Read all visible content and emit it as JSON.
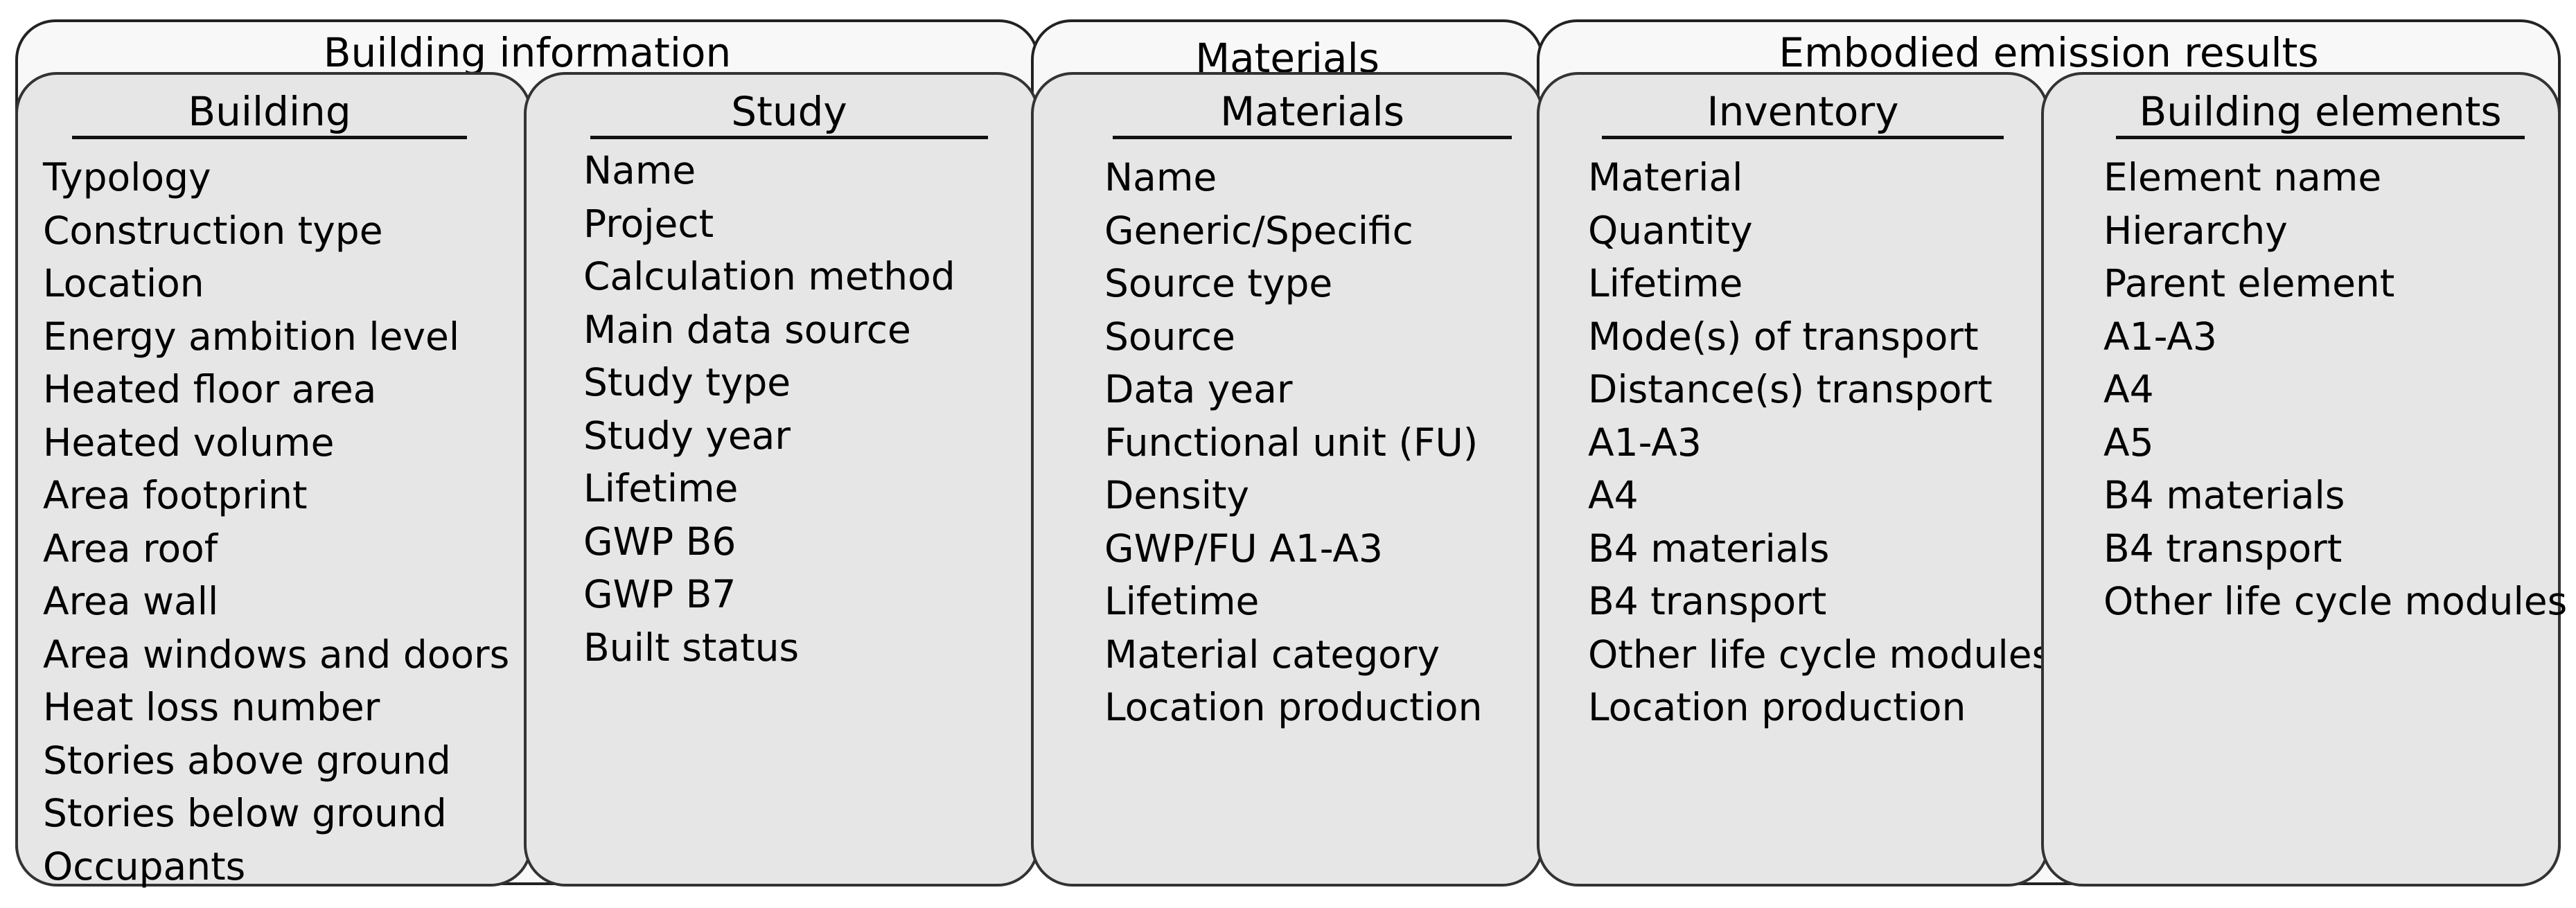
{
  "groups": {
    "building_information": "Building information",
    "materials": "Materials",
    "embodied_emission_results": "Embodied emission results"
  },
  "panels": {
    "building": {
      "title": "Building",
      "items": [
        "Typology",
        "Construction type",
        "Location",
        "Energy ambition level",
        "Heated floor area",
        "Heated volume",
        "Area footprint",
        "Area roof",
        "Area wall",
        "Area windows and doors",
        "Heat loss number",
        "Stories above ground",
        "Stories below ground",
        "Occupants"
      ]
    },
    "study": {
      "title": "Study",
      "items": [
        "Name",
        "Project",
        "Calculation method",
        "Main data source",
        "Study type",
        "Study year",
        "Lifetime",
        "GWP B6",
        "GWP B7",
        "Built status"
      ]
    },
    "materials": {
      "title": "Materials",
      "items": [
        "Name",
        "Generic/Specific",
        "Source type",
        "Source",
        "Data year",
        "Functional unit (FU)",
        "Density",
        "GWP/FU A1-A3",
        "Lifetime",
        "Material category",
        "Location production"
      ]
    },
    "inventory": {
      "title": "Inventory",
      "items": [
        "Material",
        "Quantity",
        "Lifetime",
        "Mode(s) of transport",
        "Distance(s) transport",
        "A1-A3",
        "A4",
        "B4 materials",
        "B4 transport",
        "Other life cycle modules",
        "Location production"
      ]
    },
    "building_elements": {
      "title": "Building elements",
      "items": [
        "Element name",
        "Hierarchy",
        "Parent element",
        "A1-A3",
        "A4",
        "A5",
        "B4 materials",
        "B4 transport",
        "Other life cycle modules"
      ]
    }
  }
}
